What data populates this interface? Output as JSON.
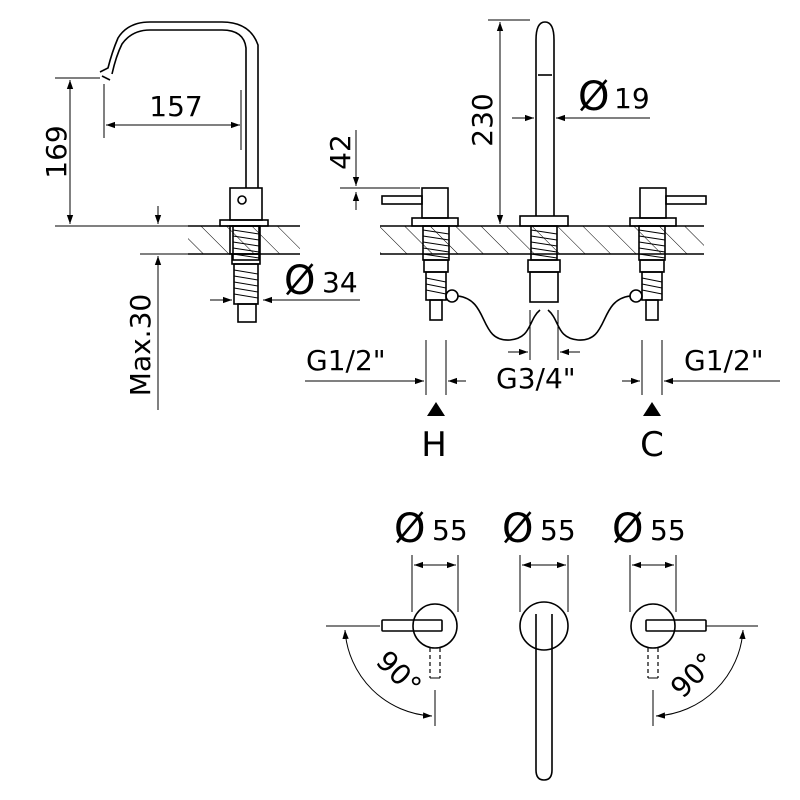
{
  "side_view": {
    "height_label": "169",
    "reach_label": "157",
    "max_label": "Max.30",
    "diameter_symbol": "Ø",
    "diameter_value": "34"
  },
  "front_view": {
    "height_label": "230",
    "lever_height_label": "42",
    "spout_symbol": "Ø",
    "spout_diameter": "19",
    "left_thread": "G1/2\"",
    "right_thread": "G1/2\"",
    "center_thread": "G3/4\"",
    "hot_label": "H",
    "cold_label": "C"
  },
  "top_view": {
    "diameters": [
      {
        "symbol": "Ø",
        "value": "55"
      },
      {
        "symbol": "Ø",
        "value": "55"
      },
      {
        "symbol": "Ø",
        "value": "55"
      }
    ],
    "left_angle": "90°",
    "right_angle": "90°"
  }
}
